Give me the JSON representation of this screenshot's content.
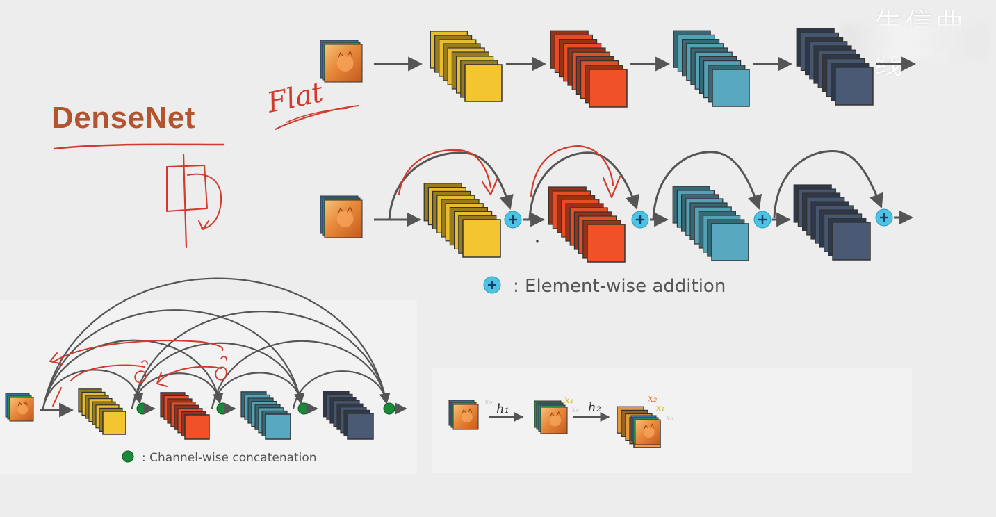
{
  "title": "DenseNet",
  "watermark": "生信曲线",
  "annotation": "Flat",
  "legend_addition": ": Element-wise addition",
  "legend_concat": ": Channel-wise concatenation",
  "composite": {
    "h1": "h₁",
    "h2": "h₂",
    "x0": "x₀",
    "x1": "x₁",
    "x2": "x₂"
  },
  "colors": {
    "title": "#b3542e",
    "yellow": "#f3c631",
    "red": "#f05127",
    "teal": "#58a8bf",
    "slate": "#4a5a74",
    "plus": "#4cc3e2",
    "concat": "#1a8a3a",
    "pen": "#d23a2c",
    "arrow": "#555555"
  },
  "icons": [
    "cat-image-icon",
    "plus-circle-icon",
    "concat-dot-icon"
  ]
}
